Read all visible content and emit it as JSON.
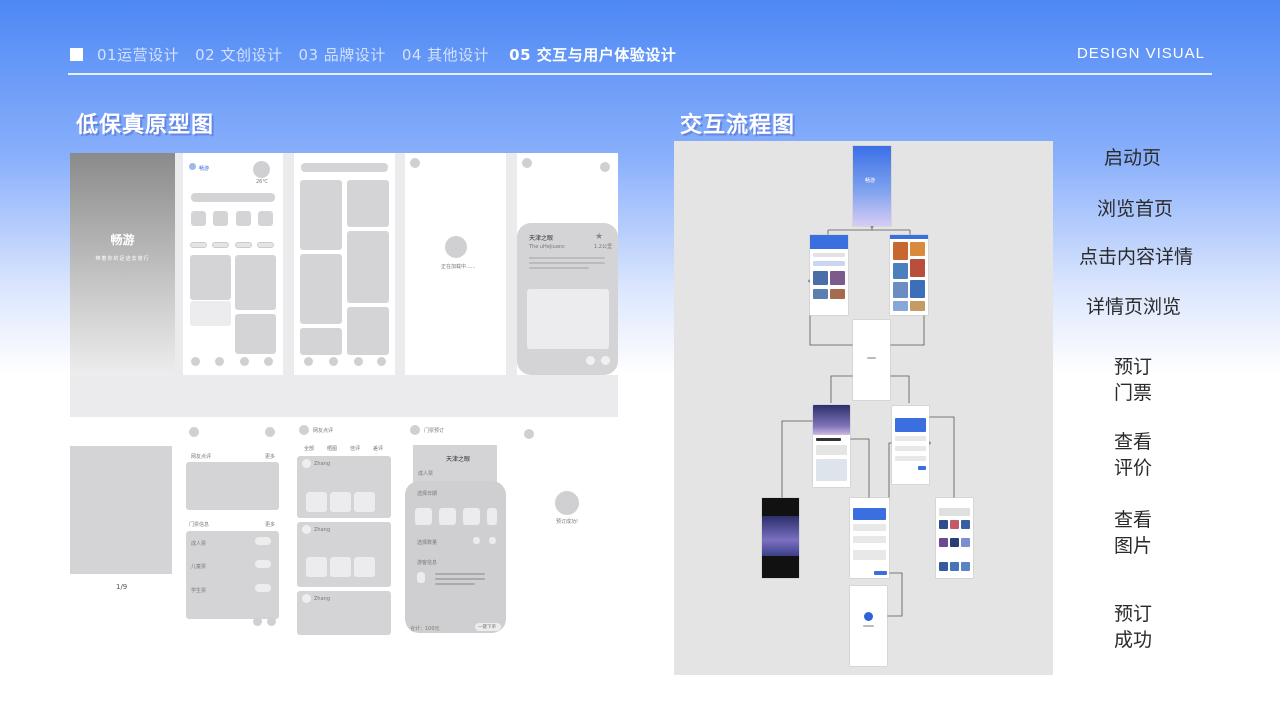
{
  "nav": {
    "items": [
      "01运营设计",
      "02 文创设计",
      "03 品牌设计",
      "04 其他设计",
      "05 交互与用户体验设计"
    ],
    "active_index": 4,
    "brand": "DESIGN VISUAL"
  },
  "left_section": {
    "title": "低保真原型图",
    "splash_title": "畅游",
    "splash_subtitle": "带着你的足迹去旅行",
    "home_tab": "畅游",
    "temperature": "26℃",
    "loading_text": "正在加载中......",
    "detail_title": "天津之眼",
    "detail_subtitle": "The uHejiuanc",
    "detail_distance": "1.2公里",
    "page_indicator": "1/9",
    "comments_header": "网友点评",
    "comments_tabs": [
      "全部",
      "晒图",
      "佳评",
      "差评"
    ],
    "user_name": "Zhang",
    "ticket_header": "门票预订",
    "ticket_place": "天津之眼",
    "select_date": "选择日期",
    "select_count": "选择数量",
    "visitor_info": "游客信息",
    "order_button": "一键下单",
    "success_text": "预订成功!",
    "reviews_label": "网友点评",
    "ticket_info_label": "门票信息",
    "more": "更多",
    "adult": "成人票",
    "child": "儿童票",
    "student": "学生票",
    "total": "合计：100元"
  },
  "right_section": {
    "title": "交互流程图",
    "splash_label": "畅游"
  },
  "steps": [
    {
      "label": "启动页"
    },
    {
      "label": "浏览首页"
    },
    {
      "label": "点击内容详情"
    },
    {
      "label": "详情页浏览"
    },
    {
      "label": "预订\n门票"
    },
    {
      "label": "查看\n评价"
    },
    {
      "label": "查看\n图片"
    },
    {
      "label": "预订\n成功"
    }
  ],
  "colors": {
    "accent_blue": "#3b6fe0",
    "wireframe_gray": "#d4d4d6",
    "board_bg": "#e4e4e5"
  }
}
